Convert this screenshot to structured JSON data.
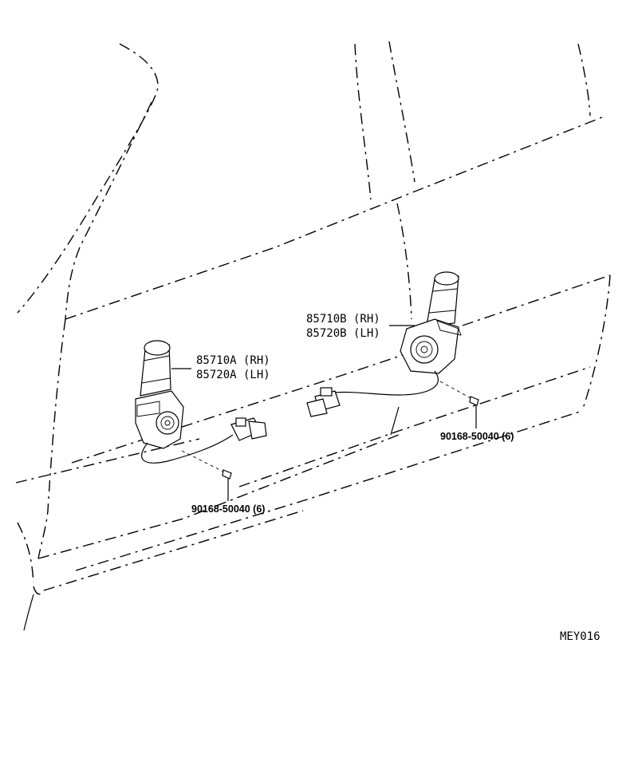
{
  "diagram": {
    "callouts": {
      "motor_a_rh": "85710A (RH)",
      "motor_a_lh": "85720A (LH)",
      "motor_b_rh": "85710B (RH)",
      "motor_b_lh": "85720B (LH)",
      "bolt_left": "90168-50040 (6)",
      "bolt_right": "90168-50040 (6)"
    },
    "figure_code": "MEY016"
  }
}
